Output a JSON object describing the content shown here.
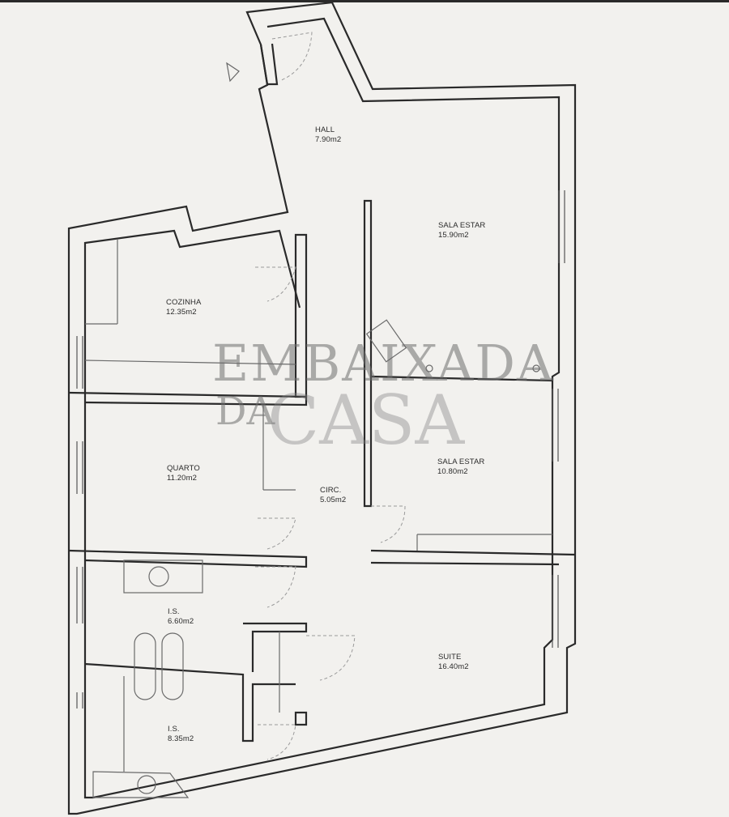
{
  "plan": {
    "type": "architectural floor plan",
    "rooms": [
      {
        "name": "HALL",
        "area": "7.90m2"
      },
      {
        "name": "SALA ESTAR",
        "area": "15.90m2"
      },
      {
        "name": "COZINHA",
        "area": "12.35m2"
      },
      {
        "name": "SALA ESTAR",
        "area": "10.80m2"
      },
      {
        "name": "QUARTO",
        "area": "11.20m2"
      },
      {
        "name": "CIRC.",
        "area": "5.05m2"
      },
      {
        "name": "I.S.",
        "area": "6.60m2"
      },
      {
        "name": "SUITE",
        "area": "16.40m2"
      },
      {
        "name": "I.S.",
        "area": "8.35m2"
      }
    ],
    "entrance_marker": "triangle-icon"
  },
  "watermark": {
    "line1": "EMBAIXADA",
    "line2": "DA",
    "line3": "CASA",
    "color": "#6e6e6e"
  },
  "colors": {
    "background": "#f2f1ee",
    "wall": "#2a2a2a",
    "fixture": "#6a6a6a",
    "door_swing": "#9a9a9a"
  }
}
